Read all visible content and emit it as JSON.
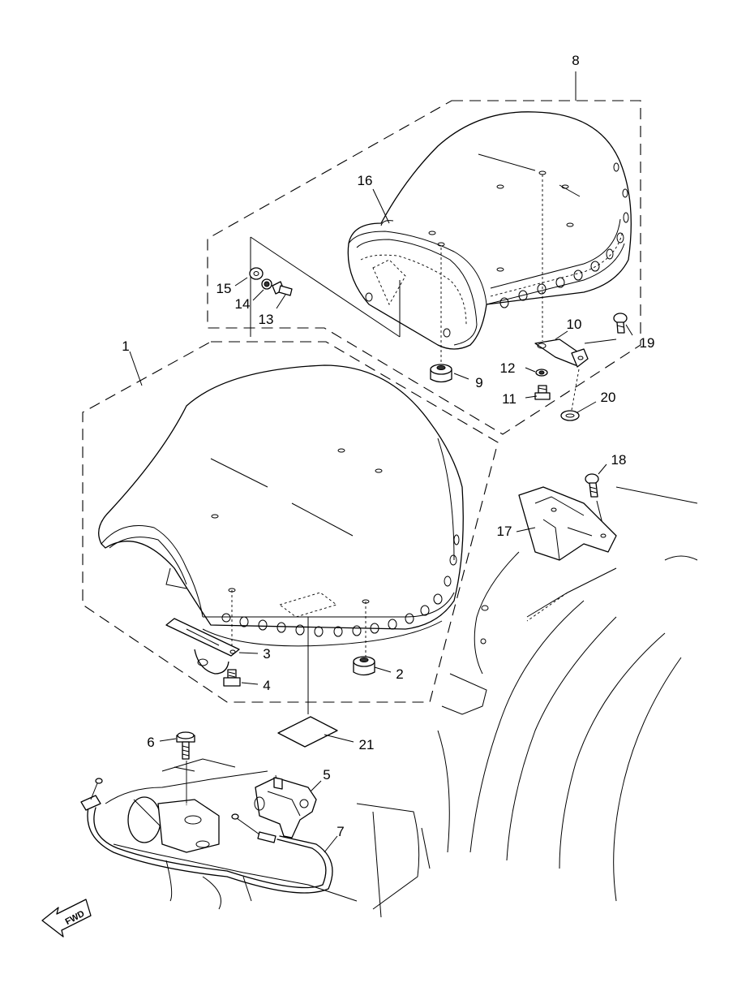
{
  "labels": {
    "p1": "1",
    "p2": "2",
    "p3": "3",
    "p4": "4",
    "p5": "5",
    "p6": "6",
    "p7": "7",
    "p8": "8",
    "p9": "9",
    "p10": "10",
    "p11": "11",
    "p12": "12",
    "p13": "13",
    "p14": "14",
    "p15": "15",
    "p16": "16",
    "p17": "17",
    "p18": "18",
    "p19": "19",
    "p20": "20",
    "p21": "21"
  },
  "fwd_label": "FWD"
}
